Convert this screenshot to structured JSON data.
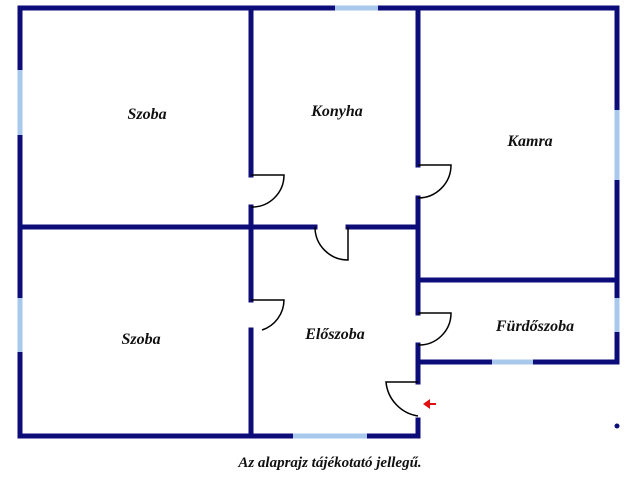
{
  "rooms": {
    "room1": "Szoba",
    "kitchen": "Konyha",
    "pantry": "Kamra",
    "room2": "Szoba",
    "hall": "Előszoba",
    "bathroom": "Fürdőszoba"
  },
  "caption": "Az alaprajz tájékotató jellegű.",
  "colors": {
    "wall": "#0d0d7a",
    "window": "#a8c8ec",
    "entrance_arrow": "#e01010"
  }
}
